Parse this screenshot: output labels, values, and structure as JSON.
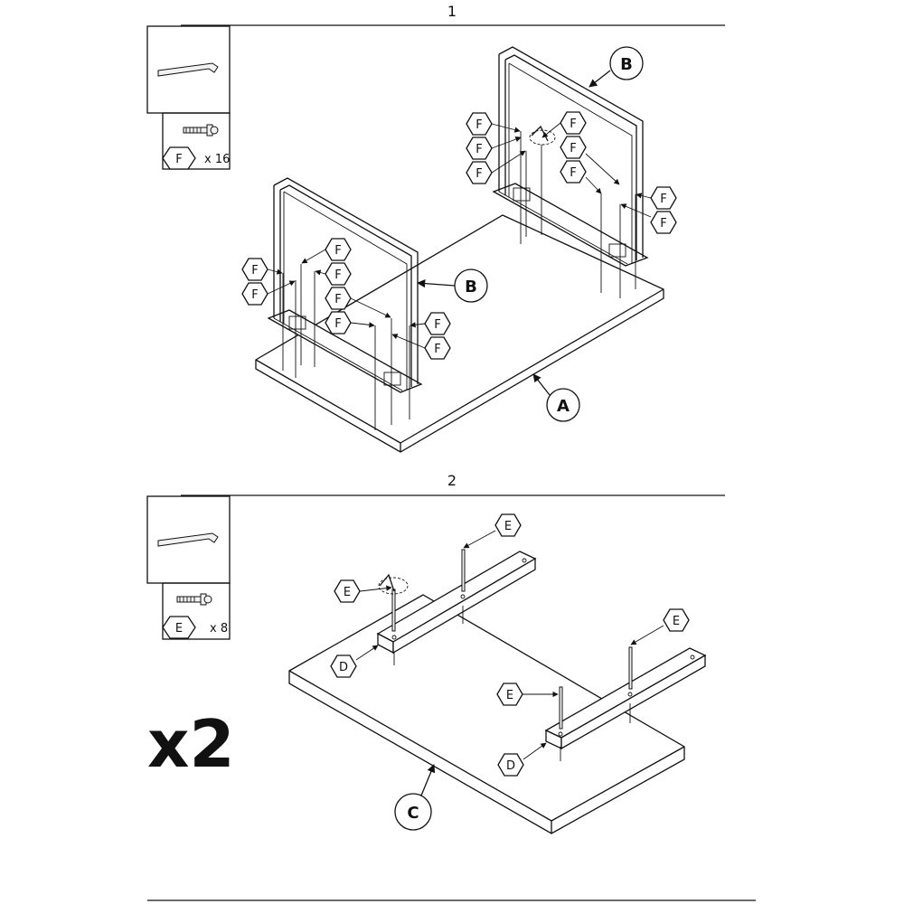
{
  "step1": {
    "number": "1",
    "hardware": {
      "part_label": "F",
      "quantity": "x 16"
    },
    "callouts": {
      "A": "A",
      "B": "B",
      "F": "F"
    }
  },
  "step2": {
    "number": "2",
    "hardware": {
      "part_label": "E",
      "quantity": "x 8"
    },
    "callouts": {
      "C": "C",
      "D": "D",
      "E": "E"
    },
    "multiplier": "x2"
  },
  "icons": [
    "allen-key-icon",
    "bolt-icon"
  ]
}
